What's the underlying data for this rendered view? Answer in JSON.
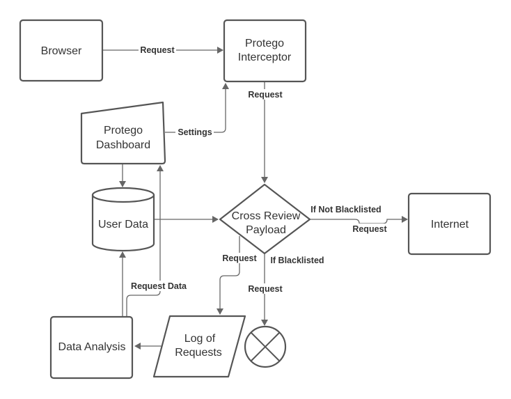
{
  "nodes": {
    "browser": "Browser",
    "interceptor_line1": "Protego",
    "interceptor_line2": "Interceptor",
    "dashboard_line1": "Protego",
    "dashboard_line2": "Dashboard",
    "user_data": "User Data",
    "cross_review_line1": "Cross Review",
    "cross_review_line2": "Payload",
    "internet": "Internet",
    "data_analysis": "Data Analysis",
    "log_line1": "Log of",
    "log_line2": "Requests"
  },
  "edges": {
    "browser_to_interceptor": "Request",
    "interceptor_to_review": "Request",
    "dashboard_to_interceptor": "Settings",
    "if_not_blacklisted": "If Not Blacklisted",
    "review_to_internet": "Request",
    "review_to_log": "Request",
    "if_blacklisted": "If Blacklisted",
    "review_to_block": "Request",
    "request_data": "Request Data"
  },
  "colors": {
    "stroke": "#555555",
    "connector": "#666666",
    "text": "#333333",
    "background": "#ffffff"
  }
}
